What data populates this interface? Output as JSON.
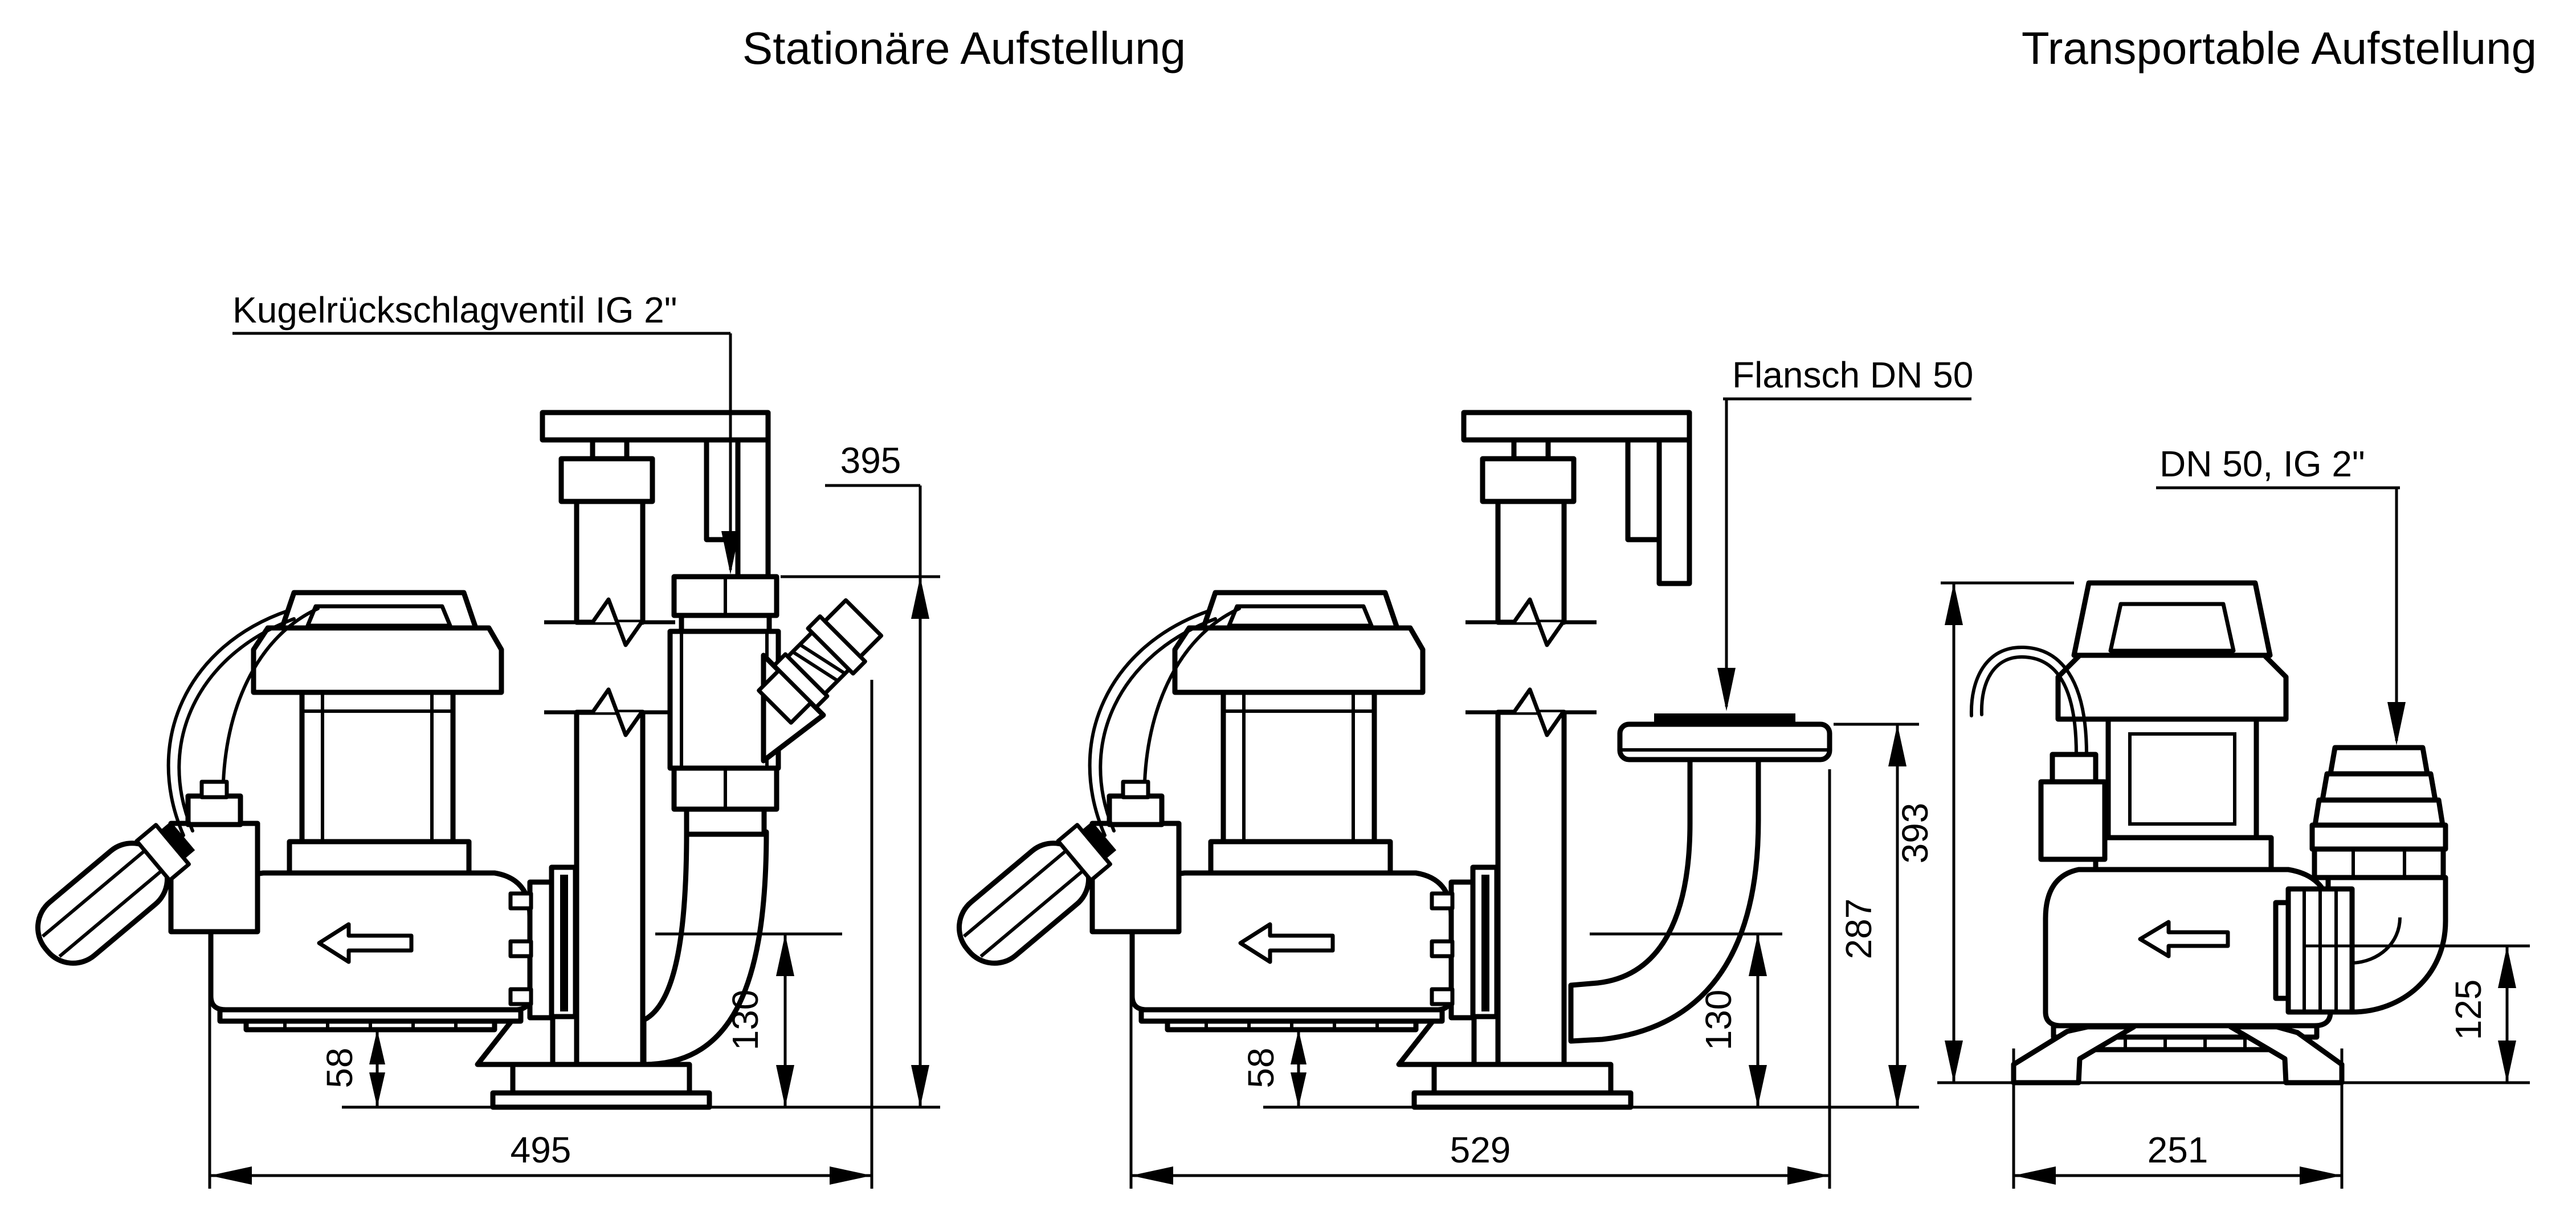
{
  "colors": {
    "ink": "#000000",
    "background": "#ffffff"
  },
  "titles": {
    "stationary": "Stationäre Aufstellung",
    "transportable": "Transportable Aufstellung"
  },
  "stationary_check_valve": {
    "callout": "Kugelrückschlagventil IG 2\"",
    "dims": {
      "valve_top_height": "395",
      "outlet_center_height": "130",
      "bottom_clearance": "58",
      "overall_length": "495"
    }
  },
  "stationary_flange": {
    "callout": "Flansch DN 50",
    "dims": {
      "flange_height": "287",
      "outlet_center_height": "130",
      "bottom_clearance": "58",
      "overall_length": "529"
    }
  },
  "transportable": {
    "callout": "DN 50, IG 2\"",
    "dims": {
      "overall_height": "393",
      "outlet_center_height": "125",
      "overall_length": "251"
    }
  }
}
